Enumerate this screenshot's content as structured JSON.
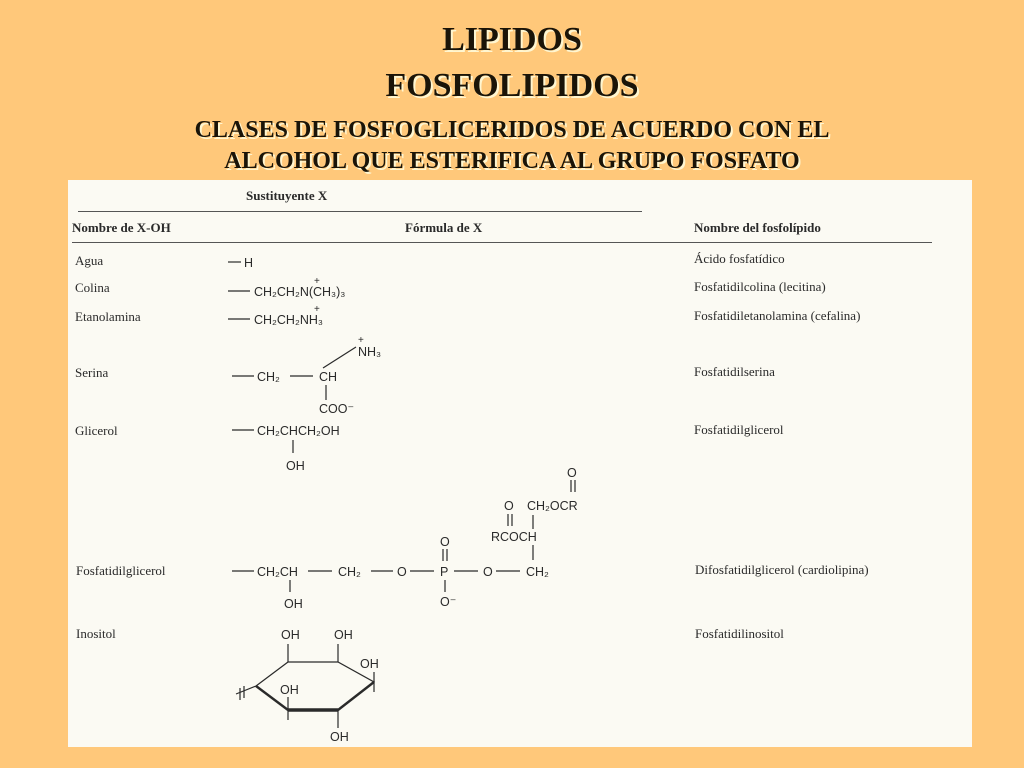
{
  "title": {
    "line1": "LIPIDOS",
    "line2": "FOSFOLIPIDOS",
    "line3": "CLASES DE FOSFOGLICERIDOS DE ACUERDO CON EL",
    "line4": "ALCOHOL QUE ESTERIFICA AL GRUPO FOSFATO"
  },
  "table": {
    "group_header": "Sustituyente X",
    "col_name": "Nombre de X-OH",
    "col_formula": "Fórmula de X",
    "col_lipid": "Nombre del fosfolípido",
    "rows": [
      {
        "name": "Agua",
        "lipid": "Ácido fosfatídico"
      },
      {
        "name": "Colina",
        "lipid": "Fosfatidilcolina (lecitina)"
      },
      {
        "name": "Etanolamina",
        "lipid": "Fosfatidiletanolamina (cefalina)"
      },
      {
        "name": "Serina",
        "lipid": "Fosfatidilserina"
      },
      {
        "name": "Glicerol",
        "lipid": "Fosfatidilglicerol"
      },
      {
        "name": "Fosfatidilglicerol",
        "lipid": "Difosfatidilglicerol (cardiolipina)"
      },
      {
        "name": "Inositol",
        "lipid": "Fosfatidilinositol"
      }
    ]
  },
  "formula": {
    "h": "H",
    "colina": "CH₂CH₂N(CH₃)₃",
    "etanolamina": "CH₂CH₂NH₃",
    "plus": "+",
    "nh3": "NH₃",
    "ch2": "CH₂",
    "ch": "CH",
    "coo": "COO⁻",
    "glicerol": "CH₂CHCH₂OH",
    "oh": "OH",
    "o": "O",
    "ch2ocr": "CH₂OCR",
    "rcoch": "RCOCH",
    "ch2ch": "CH₂CH",
    "p": "P",
    "o_minus": "O⁻"
  }
}
